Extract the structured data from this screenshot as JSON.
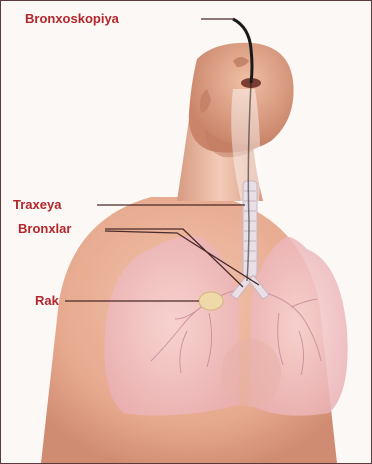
{
  "labels": {
    "bronchoscopy": "Bronxoskopiya",
    "trachea": "Traxeya",
    "bronchi": "Bronxlar",
    "tumor": "Rak"
  },
  "colors": {
    "label_text": "#b3262b",
    "leader_line": "#4a2a2a",
    "skin": "#e6a98e",
    "lung": "#f3c4c6",
    "bronchoscope": "#1a1a1a",
    "tumor": "#efd9a8"
  }
}
